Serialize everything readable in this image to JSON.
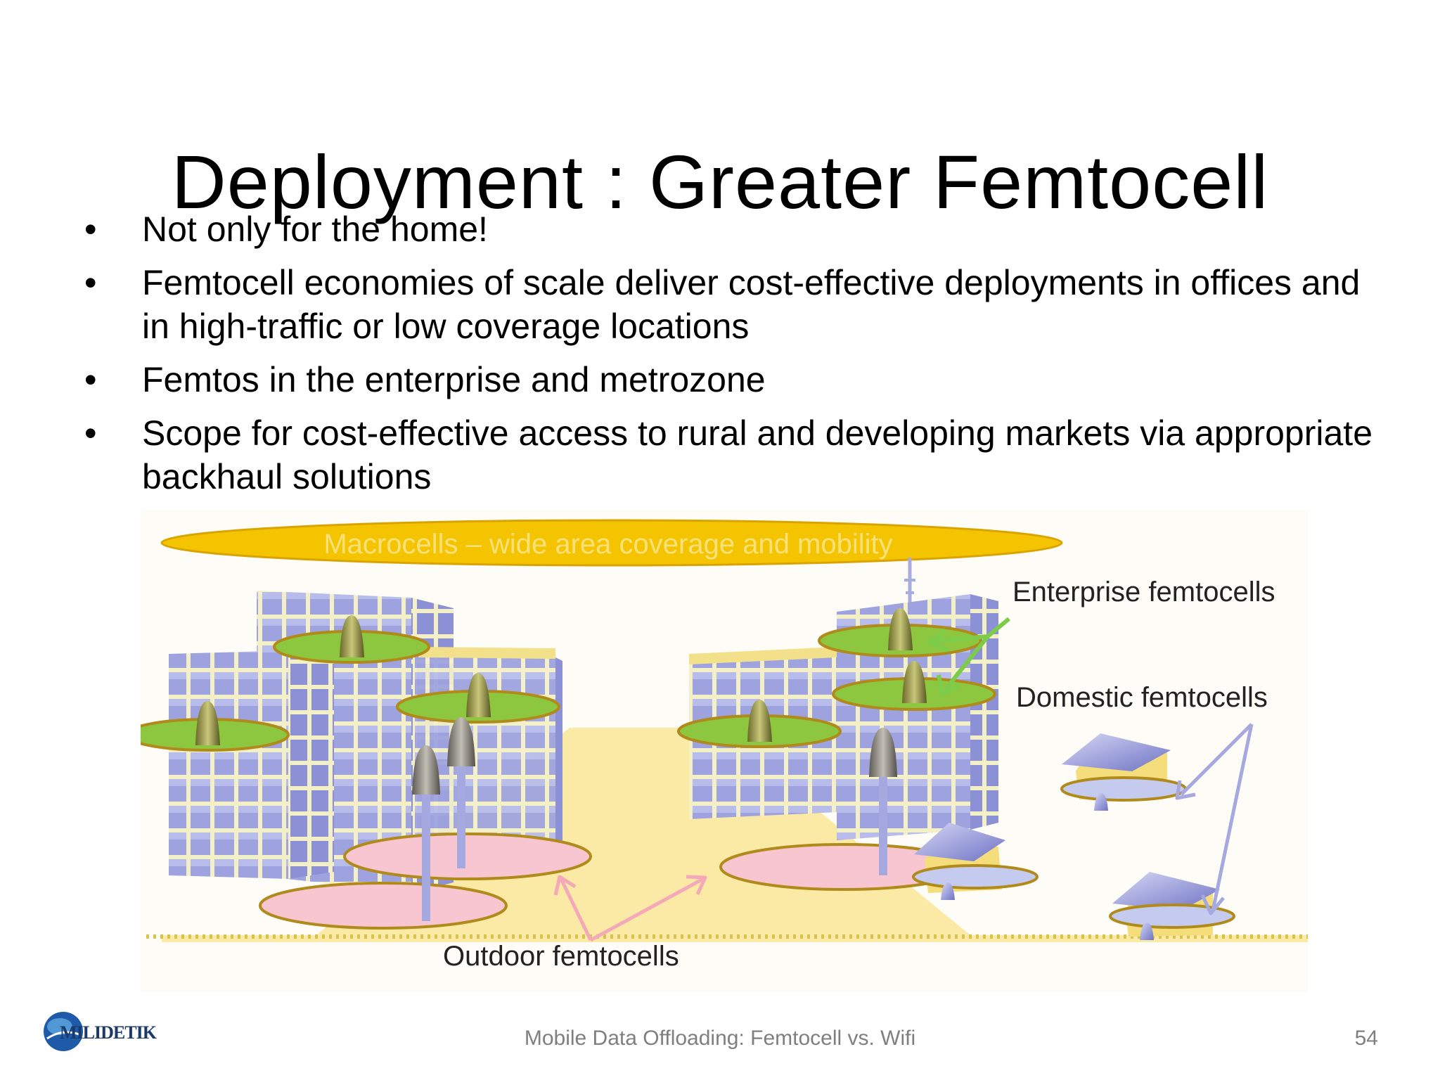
{
  "title": "Deployment : Greater Femtocell",
  "bullet_char": "•",
  "bullets": [
    "Not only for the home!",
    "Femtocell economies of scale deliver cost-effective deployments in offices and in high-traffic or low coverage locations",
    "Femtos in the enterprise and metrozone",
    "Scope for cost-effective access to rural and developing markets via appropriate backhaul solutions"
  ],
  "diagram": {
    "macro_label": "Macrocells – wide area coverage and mobility",
    "enterprise_label": "Enterprise femtocells",
    "domestic_label": "Domestic femtocells",
    "outdoor_label": "Outdoor femtocells",
    "colors": {
      "macro": "#f5c400",
      "building": "#9ea3df",
      "road": "#fbe9a6",
      "enterprise_ring": "#8dc63f",
      "outdoor_ring": "#f7c6d0",
      "domestic_ring": "#c5cbee",
      "arrow_green": "#7ccc4a",
      "arrow_pink": "#f4a9b8",
      "arrow_purple": "#a6a8e0"
    }
  },
  "footer": {
    "text": "Mobile Data Offloading: Femtocell vs. Wifi",
    "page": "54",
    "logo_text": "MILIDETIK"
  }
}
